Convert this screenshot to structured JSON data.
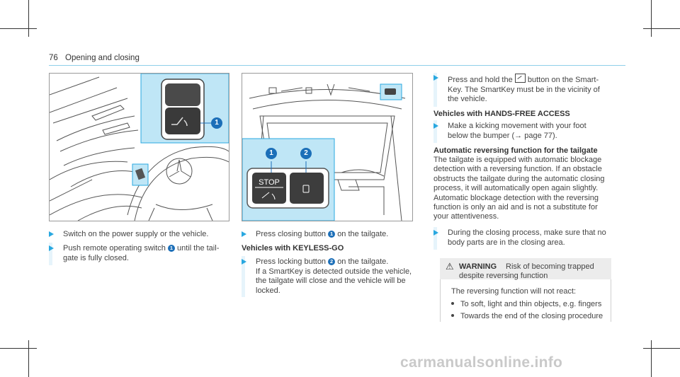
{
  "header": {
    "page_number": "76",
    "section_title": "Opening and closing"
  },
  "figures": {
    "fig1": {
      "callout_1": "1"
    },
    "fig2": {
      "callout_1": "1",
      "callout_2": "2",
      "stop_label": "STOP"
    }
  },
  "col1": {
    "step1": "Switch on the power supply or the vehicle.",
    "step2_line1": "Push remote operating switch",
    "step2_num": "1",
    "step2_line1_end": "until the tail-",
    "step2_line2": "gate is fully closed."
  },
  "col2": {
    "step1_pre": "Press closing button",
    "step1_num": "1",
    "step1_post": "on the tailgate.",
    "heading": "Vehicles with KEYLESS-GO",
    "step2_pre": "Press locking button",
    "step2_num": "2",
    "step2_post": "on the tailgate.",
    "step2_l2": "If a SmartKey is detected outside the vehicle,",
    "step2_l3": "the tailgate will close and the vehicle will be",
    "step2_l4": "locked."
  },
  "col3": {
    "step1_pre": "Press and hold the",
    "step1_post": "button on the Smart-",
    "step1_l2": "Key. The SmartKey must be in the vicinity of",
    "step1_l3": "the vehicle.",
    "heading1": "Vehicles with HANDS-FREE ACCESS",
    "step2_l1": "Make a kicking movement with your foot",
    "step2_l2": "below the bumper (→ page 77).",
    "heading2": "Automatic reversing function for the tailgate",
    "para": [
      "The tailgate is equipped with automatic blockage",
      "detection with a reversing function. If an obstacle",
      "obstructs the tailgate during the automatic closing",
      "process, it will automatically open again slightly.",
      "Automatic blockage detection with the reversing",
      "function is only an aid and is not a substitute for",
      "your attentiveness."
    ],
    "step3_l1": "During the closing process, make sure that no",
    "step3_l2": "body parts are in the closing area.",
    "warning": {
      "title": "WARNING",
      "risk_l1": "Risk of becoming trapped",
      "risk_l2": "despite reversing function",
      "text": "The reversing function will not react:",
      "bullets": [
        "To soft, light and thin objects, e.g. fingers",
        "Towards the end of the closing procedure"
      ]
    }
  },
  "watermark": "carmanualsonline.info"
}
